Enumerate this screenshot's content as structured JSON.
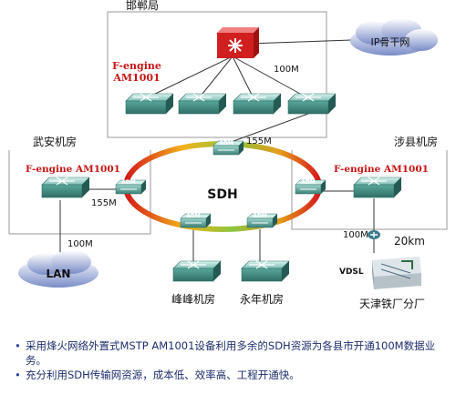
{
  "labels": {
    "top_site": "邯郸局",
    "backbone": "IP骨干网",
    "fengine_top_1": "F-engine",
    "fengine_top_2": "AM1001",
    "speed_top": "100M",
    "speed_ring_top": "155M",
    "wuan": "武安机房",
    "shexian": "涉县机房",
    "fengine_left": "F-engine AM1001",
    "fengine_right": "F-engine AM1001",
    "sdh": "SDH",
    "speed_left": "155M",
    "speed_lan": "100M",
    "lan": "LAN",
    "speed_right": "100M",
    "distance": "20km",
    "vdsl": "VDSL",
    "fengfeng": "峰峰机房",
    "yongnian": "永年机房",
    "tianjin": "天津铁厂分厂",
    "adm": "ADM"
  },
  "bullets": [
    "采用烽火网络外置式MSTP AM1001设备利用多余的SDH资源为各县市开通100M数据业务。",
    "充分利用SDH传输网资源，成本低、效率高、工程开通快。"
  ]
}
